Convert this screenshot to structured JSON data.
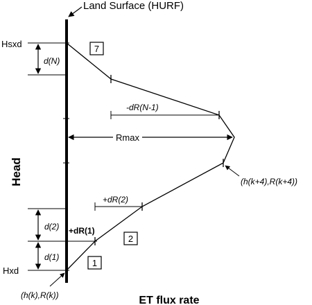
{
  "labels": {
    "land_surface": "Land Surface (HURF)",
    "hsxd": "Hsxd",
    "hxd": "Hxd",
    "head_axis": "Head",
    "et_axis": "ET flux rate",
    "rmax": "Rmax",
    "d_n": "d(N)",
    "d_2": "d(2)",
    "d_1": "d(1)",
    "dr_n_minus_1": "-dR(N-1)",
    "dr_2": "+dR(2)",
    "dr_1": "+dR(1)",
    "point_k4": "(h(k+4),R(k+4))",
    "point_k": "(h(k),R(k))",
    "segment_7": "7",
    "segment_2": "2",
    "segment_1": "1"
  }
}
